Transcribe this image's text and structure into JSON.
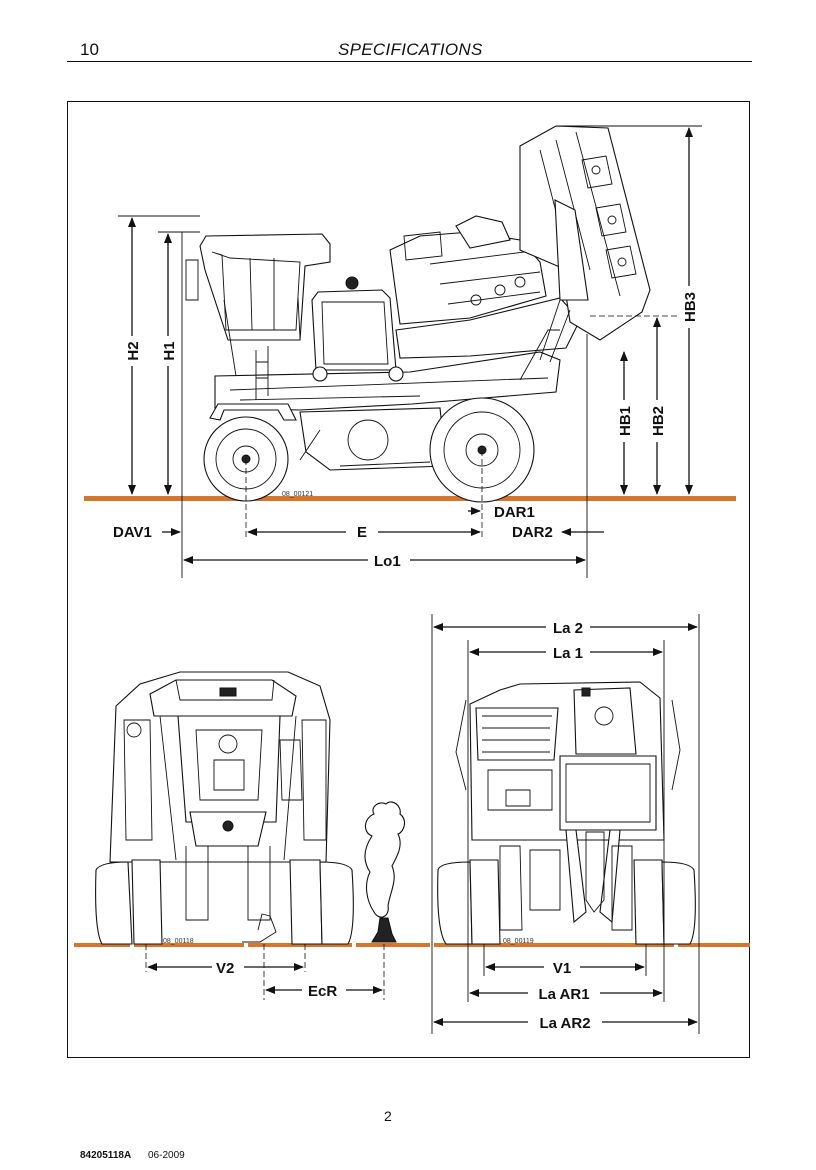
{
  "header": {
    "page_number": "10",
    "section_title": "SPECIFICATIONS"
  },
  "side_view": {
    "figure_ref": "08_00121",
    "labels": {
      "h2": "H2",
      "h1": "H1",
      "hb1": "HB1",
      "hb2": "HB2",
      "hb3": "HB3",
      "dav1": "DAV1",
      "e": "E",
      "dar1": "DAR1",
      "dar2": "DAR2",
      "lo1": "Lo1"
    }
  },
  "front_view": {
    "figure_ref": "08_00118",
    "labels": {
      "v2": "V2",
      "ecr": "EcR"
    }
  },
  "rear_view": {
    "figure_ref": "08_00119",
    "labels": {
      "la2": "La 2",
      "la1": "La 1",
      "v1": "V1",
      "la_ar1": "La AR1",
      "la_ar2": "La AR2"
    }
  },
  "footer": {
    "page_label": "2",
    "doc_code": "84205118A",
    "doc_date": "06-2009"
  },
  "colors": {
    "ground": "#d4772c",
    "ink": "#111111"
  }
}
